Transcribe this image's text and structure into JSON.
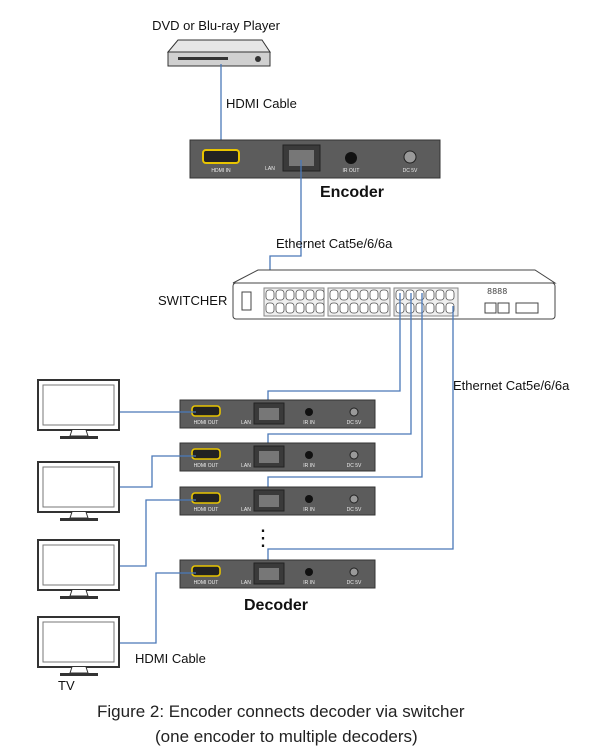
{
  "diagram": {
    "source_label": "DVD or Blu-ray Player",
    "hdmi_cable_top": "HDMI Cable",
    "encoder": {
      "title": "Encoder",
      "ports": [
        "HDMI IN",
        "LAN",
        "IR OUT",
        "DC 5V"
      ]
    },
    "ethernet_top": "Ethernet Cat5e/6/6a",
    "switcher_label": "SWITCHER",
    "ethernet_right": "Ethernet Cat5e/6/6a",
    "decoder": {
      "title": "Decoder",
      "ports": [
        "HDMI OUT",
        "LAN",
        "IR IN",
        "DC 5V"
      ]
    },
    "hdmi_cable_bottom": "HDMI Cable",
    "tv_label": "TV",
    "ellipsis": "⋮",
    "cable_color": "#4a78b8",
    "device_color": "#5c5c5c"
  },
  "caption": {
    "line1": "Figure 2: Encoder connects decoder via switcher",
    "line2": "(one encoder to multiple decoders)"
  }
}
